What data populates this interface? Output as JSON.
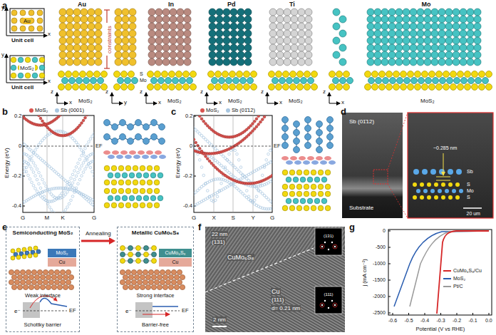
{
  "diagram": {
    "nodes": [
      {
        "text": [
          "Semiconducting MoS₂"
        ]
      },
      {
        "text": [
          "MoS₂"
        ],
        "in": 0
      },
      {
        "text": [
          "Cu"
        ],
        "in": 0
      },
      {
        "text": [
          "Metallic CuMo₆S₈"
        ]
      },
      {
        "text": [
          "CuMo₆S₈"
        ],
        "in": 3
      },
      {
        "text": [
          "Cu"
        ],
        "in": 3
      }
    ],
    "edges": [
      {
        "from": 0,
        "to": 3,
        "arrow": "to",
        "label": "Annealing"
      }
    ],
    "labels": [
      "a",
      "y",
      "x",
      "Au",
      "Unit cell",
      "y",
      "x",
      "MoS₂",
      "Unit cell",
      "Au",
      "constraints",
      "z",
      "x",
      "MoS₂",
      "z",
      "y",
      "S",
      "Mo",
      "In",
      "z",
      "x",
      "MoS₂",
      "Pd",
      "z",
      "x",
      "MoS₂",
      "Ti",
      "z",
      "x",
      "MoS₂",
      "Mo",
      "z",
      "x",
      "MoS₂",
      "b",
      "0.2",
      "0",
      "-0.2",
      "-0.4",
      "Energy (eV)",
      "EF",
      "G",
      "M",
      "K",
      "G",
      "c",
      "0.2",
      "0",
      "-0.2",
      "-0.4",
      "Energy (eV)",
      "EF",
      "G",
      "X",
      "S",
      "Y",
      "G",
      "d",
      "Sb (01̄12)",
      "Substrate",
      "~0.285 nm",
      "Sb",
      "S",
      "Mo",
      "S",
      "20 um",
      "e",
      "Weak interface",
      "e⁻",
      "EF",
      "Schottky barrier",
      "Strong interface",
      "e⁻",
      "EF",
      "Barrier-free",
      "f",
      "22 nm",
      "(131)",
      "CuMo₆S₈",
      "Cu",
      "(111)",
      "d= 0.21 nm",
      "2 nm",
      "(131)",
      "(111)",
      "g",
      "0",
      "-500",
      "-1000",
      "-1500",
      "-2000",
      "-2500",
      "j (mA cm⁻²)",
      "-0.6",
      "-0.5",
      "-0.4",
      "-0.3",
      "-0.2",
      "-0.1",
      "0.0",
      "Potential (V vs RHE)"
    ],
    "legend": [
      {
        "text": "MoS₂",
        "color": "#d9534f"
      },
      {
        "text": "Sb (0001)",
        "color": "#a8c6e0"
      },
      {
        "text": "MoS₂",
        "color": "#d9534f"
      },
      {
        "text": "Sb (01̄12)",
        "color": "#a8c6e0"
      },
      {
        "text": "CuMo₆S₈/Cu"
      },
      {
        "text": "MoS₂"
      },
      {
        "text": "Pt/C"
      }
    ]
  }
}
